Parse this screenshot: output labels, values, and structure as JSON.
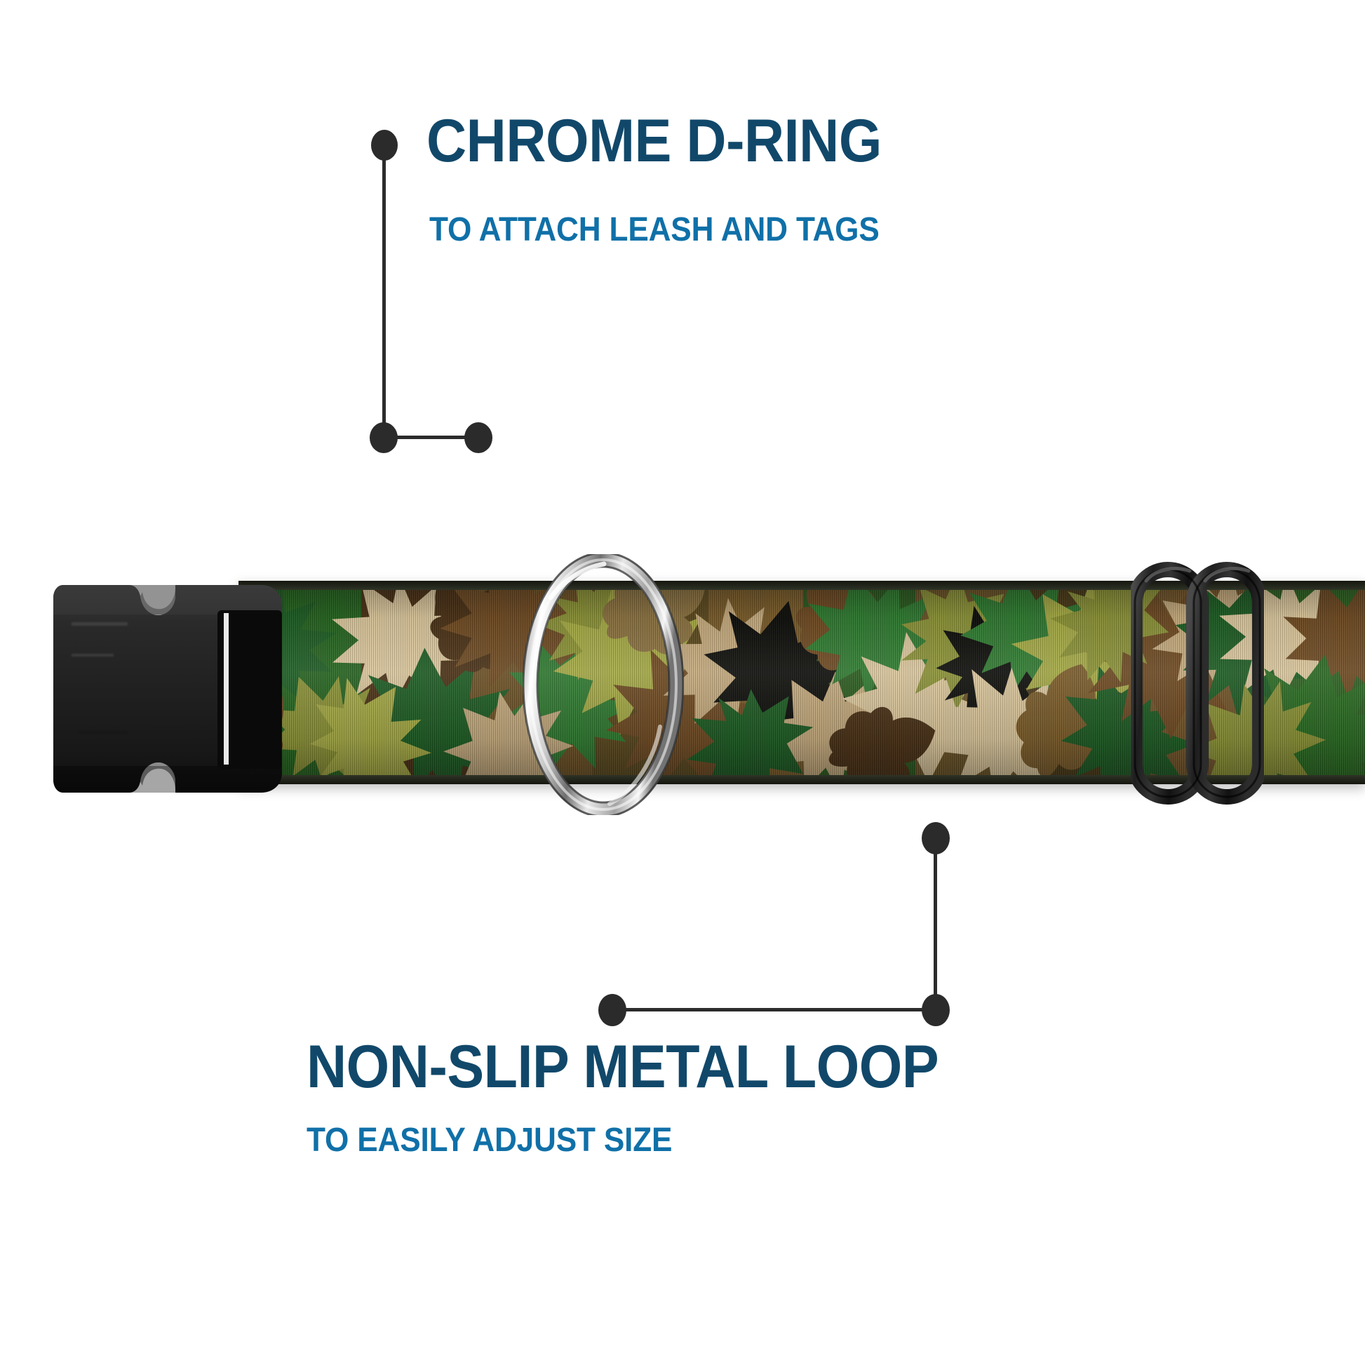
{
  "product": {
    "name": "camouflage-dog-collar",
    "background_color": "#ffffff"
  },
  "colors": {
    "title": "#11486a",
    "subtitle": "#1070a8",
    "leader_line": "#2b2b2b",
    "buckle_black": "#1c1c1c",
    "chrome_light": "#f2f2f2",
    "chrome_mid": "#b8b8b8",
    "chrome_dark": "#4a4a4a",
    "camo_dark_green": "#1d5c23",
    "camo_mid_green": "#2f7a30",
    "camo_olive": "#8a9136",
    "camo_light_olive": "#a3a844",
    "camo_tan": "#d8c49a",
    "camo_beige": "#c2a87c",
    "camo_brown": "#6e4a22",
    "camo_dark_brown": "#4a3116",
    "camo_black": "#0d0d0a"
  },
  "callouts": [
    {
      "id": "chrome-d-ring",
      "title": "CHROME D-RING",
      "subtitle": "TO ATTACH LEASH AND TAGS",
      "target": "d-ring"
    },
    {
      "id": "non-slip-metal-loop",
      "title": "NON-SLIP METAL LOOP",
      "subtitle": "TO EASILY ADJUST SIZE",
      "target": "metal-loop"
    }
  ],
  "hardware": [
    {
      "name": "side-release-buckle",
      "material": "black plastic"
    },
    {
      "name": "d-ring",
      "material": "chrome"
    },
    {
      "name": "tri-glide-slider",
      "material": "black metal"
    }
  ],
  "pattern": {
    "name": "maple-leaf-camouflage",
    "motif": "maple leaves"
  }
}
